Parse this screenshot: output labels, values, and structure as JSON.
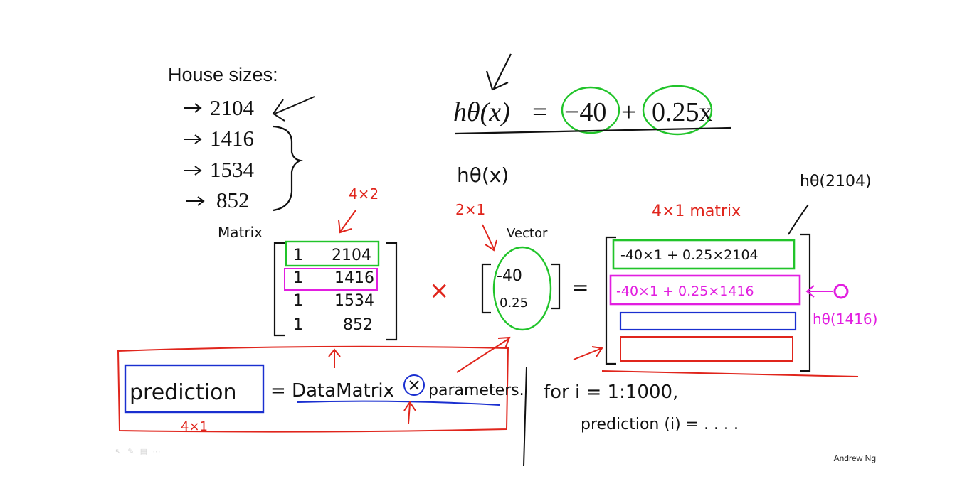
{
  "slide": {
    "title": "House sizes:",
    "sizes": [
      "2104",
      "1416",
      "1534",
      "852"
    ],
    "hypothesis": {
      "lhs": "hθ(x)",
      "eq": "=",
      "const": "−40",
      "plus": "+",
      "coef": "0.25x"
    },
    "h_theta_note": "hθ(x)",
    "matrix_dim": "4×2",
    "matrix_label": "Matrix",
    "matrix_rows": [
      {
        "one": "1",
        "size": "2104"
      },
      {
        "one": "1",
        "size": "1416"
      },
      {
        "one": "1",
        "size": "1534"
      },
      {
        "one": "1",
        "size": "852"
      }
    ],
    "times_sign": "×",
    "vector_dim": "2×1",
    "vector_label": "Vector",
    "vector_values": [
      "-40",
      "0.25"
    ],
    "equals_sign": "=",
    "result_dim": "4×1 matrix",
    "result_rows": [
      "-40×1 + 0.25×2104",
      "-40×1 + 0.25×1416"
    ],
    "h_label_1": "hθ(2104)",
    "h_label_2": "hθ(1416)",
    "prediction_word": "prediction",
    "prediction_rhs_1": "= DataMatrix",
    "prediction_rhs_2": "parameters.",
    "prediction_dim": "4×1",
    "loop_line_1": "for i = 1:1000,",
    "loop_line_2": "prediction (i) = . . . .",
    "credit": "Andrew Ng",
    "colors": {
      "ink": "#111111",
      "red": "#e0251c",
      "green": "#21c42a",
      "magenta": "#e21ee0",
      "blue": "#1a2fd0"
    }
  }
}
